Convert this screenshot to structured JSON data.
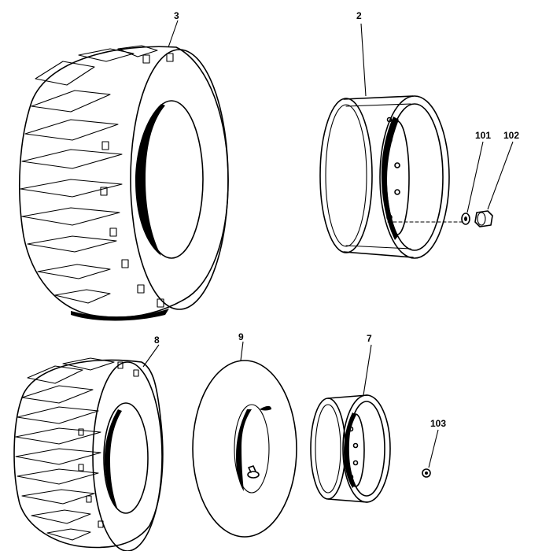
{
  "callouts": {
    "large_tyre": "3",
    "large_rim": "2",
    "washer": "101",
    "wheel_nut": "102",
    "small_tyre": "8",
    "inner_tube": "9",
    "small_rim": "7",
    "small_nut": "103"
  }
}
